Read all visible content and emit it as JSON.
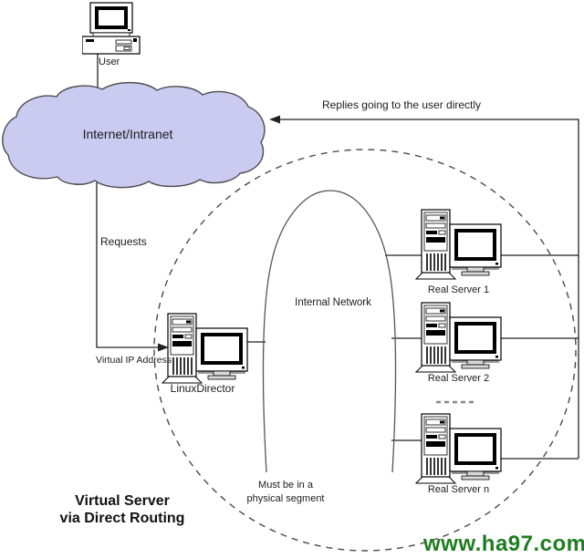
{
  "title": {
    "line1": "Virtual Server",
    "line2": "via Direct Routing"
  },
  "watermark": "www.ha97.com",
  "nodes": {
    "user": {
      "label": "User"
    },
    "cloud": {
      "label": "Internet/Intranet"
    },
    "director": {
      "label": "LinuxDirector"
    },
    "internal_network": {
      "label": "Internal Network"
    },
    "real_servers": [
      {
        "label": "Real Server 1"
      },
      {
        "label": "Real Server 2"
      },
      {
        "label": "Real Server n"
      }
    ]
  },
  "edges": {
    "requests_label": "Requests",
    "replies_label": "Replies going to the user directly",
    "virtual_ip_label": "Virtual IP Address"
  },
  "notes": {
    "physical_segment_line1": "Must be in a",
    "physical_segment_line2": "physical segment"
  },
  "colors": {
    "cloud_fill": "#cbcbf2",
    "cloud_stroke": "#4d4d4d",
    "watermark_green": "#1e7d1e",
    "connector": "#222222",
    "dashed_boundary": "#4a4a4a"
  }
}
